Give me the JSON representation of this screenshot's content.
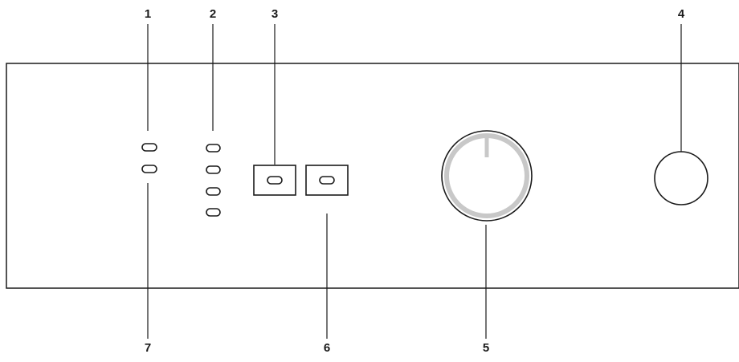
{
  "colors": {
    "stroke": "#1a1a1a",
    "background": "#ffffff",
    "dial_ring": "#c8c8c8"
  },
  "callouts": {
    "c1": "1",
    "c2": "2",
    "c3": "3",
    "c4": "4",
    "c5": "5",
    "c6": "6",
    "c7": "7"
  }
}
